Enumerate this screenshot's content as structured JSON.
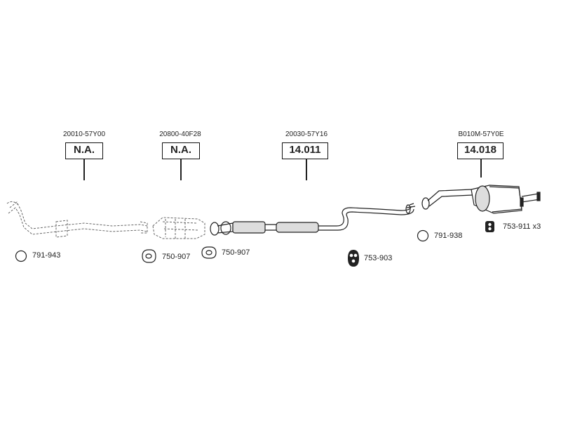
{
  "groups": [
    {
      "oem": "20010-57Y00",
      "ref": "N.A."
    },
    {
      "oem": "20800-40F28",
      "ref": "N.A."
    },
    {
      "oem": "20030-57Y16",
      "ref": "14.011"
    },
    {
      "oem": "B010M-57Y0E",
      "ref": "14.018"
    }
  ],
  "parts": [
    {
      "code": "791-943",
      "icon": "o-ring-icon"
    },
    {
      "code": "750-907",
      "icon": "gasket-icon"
    },
    {
      "code": "750-907",
      "icon": "gasket-icon"
    },
    {
      "code": "753-903",
      "icon": "rubber-hanger-icon"
    },
    {
      "code": "791-938",
      "icon": "o-ring-icon"
    },
    {
      "code": "753-911 x3",
      "icon": "rubber-mount-icon"
    }
  ]
}
